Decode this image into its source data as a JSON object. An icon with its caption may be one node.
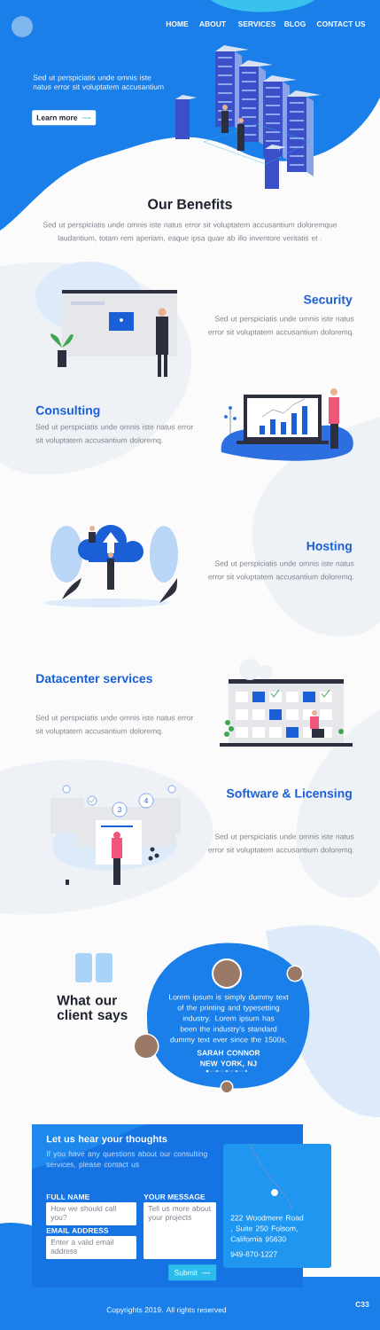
{
  "diagram": {
    "nodes": [
      {
        "text": [
          "Learn more"
        ]
      },
      {
        "text": [
          "Lorem ipsum is simply dummy text of the printing and typesetting industry. Lorem ipsum has been the industry's standard dummy text ever since the 1500s,",
          "SARAH CONNOR",
          "NEW YORK, NJ"
        ]
      },
      {
        "text": [
          "Let us hear your thoughts",
          "If you have any questions about our consulting services, please contact us"
        ]
      },
      {
        "text": [
          "How we should call you?"
        ],
        "beside": [
          "FULL NAME"
        ],
        "in": 2
      },
      {
        "text": [
          "Tell us more about your projects"
        ],
        "beside": [
          "YOUR MESSAGE"
        ],
        "in": 2
      },
      {
        "text": [
          "Enter a valid email address"
        ],
        "beside": [
          "EMAIL ADDRESS"
        ],
        "in": 2
      },
      {
        "text": [
          "Submit"
        ],
        "in": 2
      },
      {
        "text": [
          "222 Woodmere Road , Suite 250 Folsom, California 95630",
          "949-870-1227"
        ]
      }
    ],
    "labels": [
      "HOME",
      "ABOUT",
      "SERVICES",
      "BLOG",
      "CONTACT US",
      "Sed ut perspiciatis unde omnis iste natus error sit voluptatem accusantium",
      "Our Benefits",
      "Sed ut perspiciatis unde omnis iste natus error sit voluptatem accusantium doloremque laudantium, totam rem aperiam, eaque ipsa quae ab illo inventore veritatis et .",
      "Security",
      "Sed ut perspiciatis unde omnis iste natus error sit voluptatem accusantium doloremq.",
      "Consulting",
      "Sed ut perspiciatis unde omnis iste natus error sit voluptatem accusantium doloremq.",
      "Hosting",
      "Sed ut perspiciatis unde omnis iste natus error sit voluptatem accusantium doloremq.",
      "Datacenter services",
      "Sed ut perspiciatis unde omnis iste natus error sit voluptatem accusantium doloremq.",
      "3",
      "4",
      "Software & Licensing",
      "Sed ut perspiciatis unde omnis iste natus error sit voluptatem accusantium doloremq.",
      "What our client says",
      "Copyrights 2019. All rights reserved",
      "C33"
    ]
  }
}
